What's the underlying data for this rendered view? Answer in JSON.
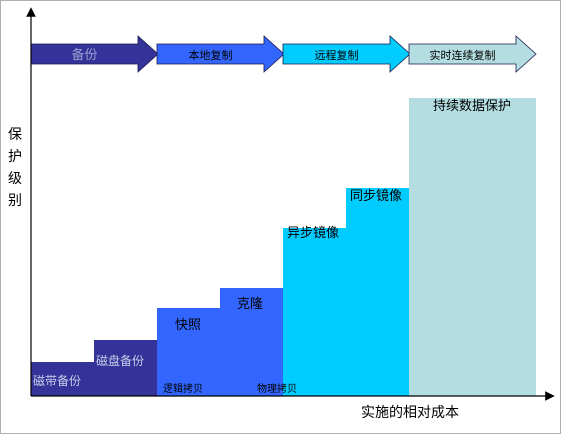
{
  "colors": {
    "stage1": "#333399",
    "stage2": "#3366ff",
    "stage3": "#00ccff",
    "stage4": "#b3dde0",
    "axis": "#000000"
  },
  "stages": [
    {
      "label": "备份",
      "color": "#333399",
      "text_color": "#9aa0d0"
    },
    {
      "label": "本地复制",
      "color": "#3366ff",
      "text_color": "#000000"
    },
    {
      "label": "远程复制",
      "color": "#00ccff",
      "text_color": "#000000"
    },
    {
      "label": "实时连续复制",
      "color": "#b3dde0",
      "text_color": "#000000"
    }
  ],
  "axes": {
    "y_label": "保护级别",
    "x_label": "实施的相对成本"
  },
  "levels": [
    {
      "label": "磁带备份",
      "level": 1,
      "group": 0
    },
    {
      "label": "磁盘备份",
      "level": 2,
      "group": 0
    },
    {
      "label": "快照",
      "level": 3,
      "group": 1
    },
    {
      "label": "克隆",
      "level": 4,
      "group": 1
    },
    {
      "label": "异步镜像",
      "level": 6,
      "group": 2
    },
    {
      "label": "同步镜像",
      "level": 7,
      "group": 2
    },
    {
      "label": "持续数据保护",
      "level": 11,
      "group": 3
    }
  ],
  "annotations": [
    {
      "label": "逻辑拷贝"
    },
    {
      "label": "物理拷贝"
    }
  ]
}
